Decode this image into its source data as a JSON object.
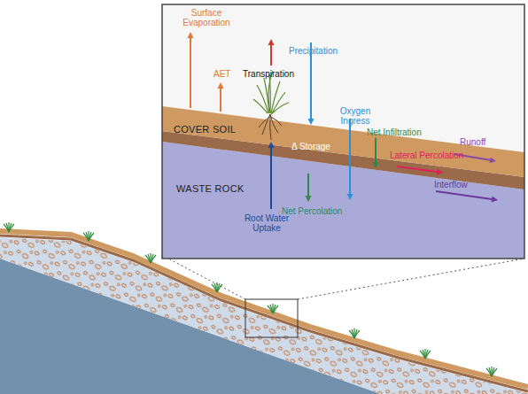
{
  "diagram": {
    "nodes": [
      {
        "text": [
          "COVER SOIL"
        ]
      },
      {
        "text": [
          "WASTE ROCK"
        ]
      }
    ],
    "labels": [
      "Surface Evaporation",
      "AET",
      "Transpiration",
      "Precipitation",
      "Oxygen Ingress",
      "Net Infiltration",
      "Runoff",
      "Lateral Percolation",
      "Interflow",
      "Δ Storage",
      "Net Percolation",
      "Root Water Uptake"
    ]
  }
}
